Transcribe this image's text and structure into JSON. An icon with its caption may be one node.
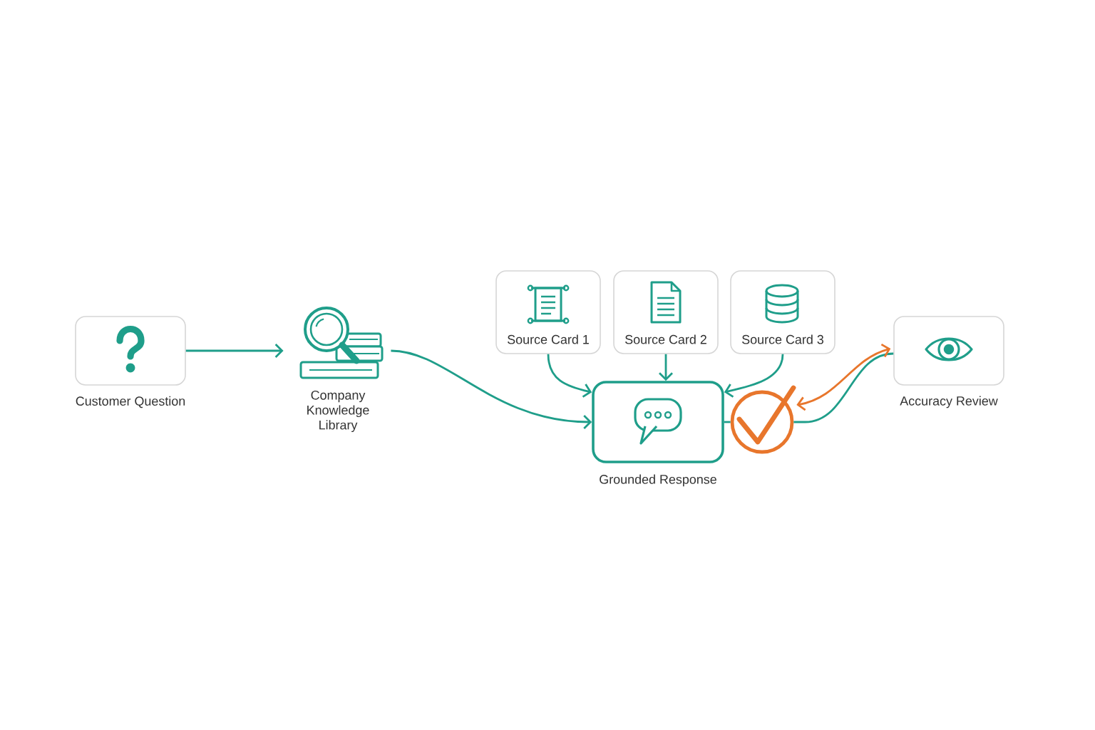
{
  "diagram": {
    "nodes": [
      {
        "text": [
          "Customer Question"
        ]
      },
      {
        "text": [
          "Company Knowledge Library"
        ]
      },
      {
        "text": [
          "Source Card 1"
        ]
      },
      {
        "text": [
          "Source Card 2"
        ]
      },
      {
        "text": [
          "Source Card 3"
        ]
      },
      {
        "text": [
          "Grounded Response"
        ]
      },
      {
        "text": [],
        "shape": "circle"
      },
      {
        "text": [
          "Accuracy Review"
        ]
      }
    ],
    "edges": [
      {
        "from": 0,
        "to": 1,
        "arrow": "to"
      },
      {
        "from": 1,
        "to": 5,
        "arrow": "to"
      },
      {
        "from": 2,
        "to": 5,
        "arrow": "to"
      },
      {
        "from": 3,
        "to": 5,
        "arrow": "to"
      },
      {
        "from": 4,
        "to": 5,
        "arrow": "to"
      },
      {
        "from": 5,
        "to": 6,
        "arrow": "none"
      },
      {
        "from": 6,
        "to": 7,
        "arrow": "none"
      },
      {
        "from": 6,
        "to": 7,
        "arrow": "both",
        "color": "#e8762c"
      }
    ]
  }
}
